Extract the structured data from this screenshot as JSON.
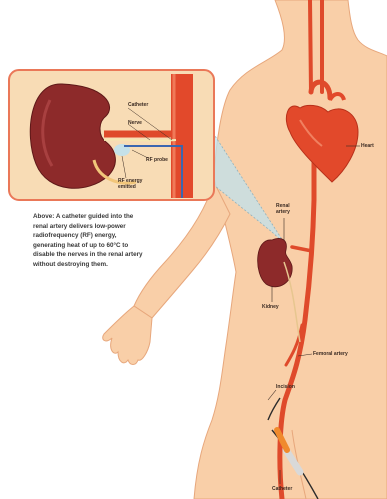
{
  "caption": "Above: A catheter guided into the renal artery delivers low-power radiofrequency (RF) energy, generating heat of up to 60°C to disable the nerves in the renal artery without destroying them.",
  "labels": {
    "heart": "Heart",
    "renal_artery": "Renal artery",
    "kidney": "Kidney",
    "femoral_artery": "Femoral artery",
    "incision": "Incision",
    "catheter": "Catheter",
    "inset_catheter": "Catheter",
    "inset_nerve": "Nerve",
    "inset_rf_probe": "RF probe",
    "inset_rf_energy": "RF energy emitted"
  },
  "colors": {
    "skin": "#f9cfa8",
    "skin_outline": "#e7a77c",
    "artery": "#df4a2b",
    "kidney": "#8d2a2a",
    "inset_background": "#f8dcb5",
    "inset_border": "#ea7858",
    "zoom_cone": "#bfe1ee"
  }
}
